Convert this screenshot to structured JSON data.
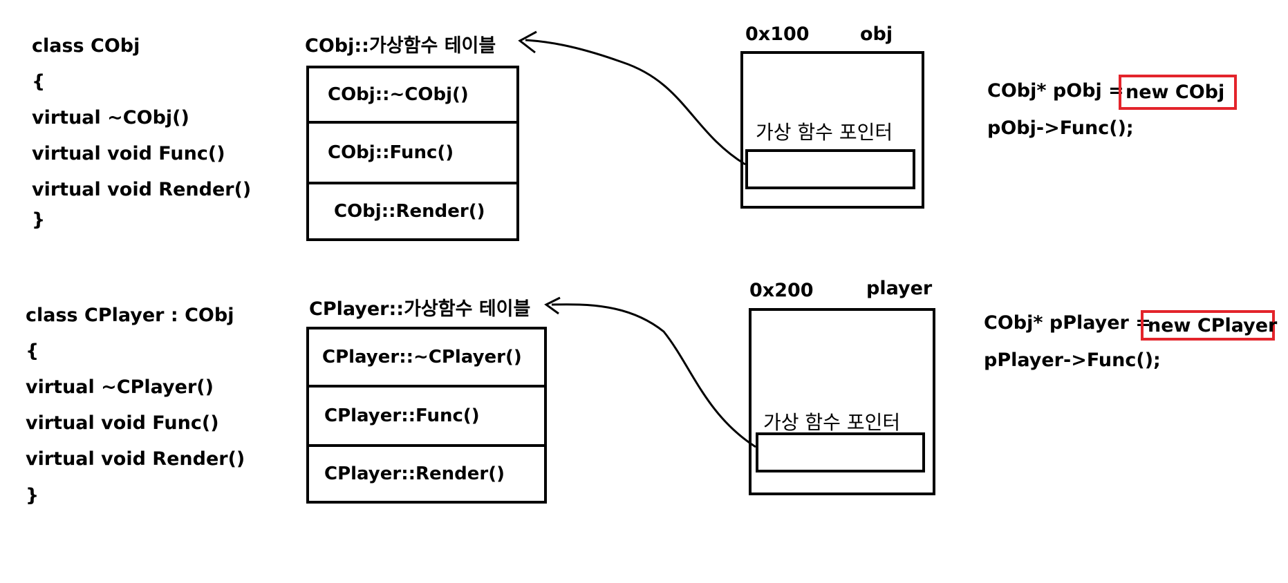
{
  "cobj_class": {
    "lines": [
      "class CObj",
      "{",
      "virtual ~CObj()",
      "virtual void Func()",
      "virtual void Render()",
      "}"
    ]
  },
  "cplayer_class": {
    "lines": [
      "class CPlayer : CObj",
      "{",
      "virtual ~CPlayer()",
      "virtual void Func()",
      "virtual void Render()",
      "}"
    ]
  },
  "cobj_vtable": {
    "title": "CObj::가상함수 테이블",
    "entries": [
      "CObj::~CObj()",
      "CObj::Func()",
      "CObj::Render()"
    ]
  },
  "cplayer_vtable": {
    "title": "CPlayer::가상함수 테이블",
    "entries": [
      "CPlayer::~CPlayer()",
      "CPlayer::Func()",
      "CPlayer::Render()"
    ]
  },
  "obj_memory": {
    "address": "0x100",
    "name": "obj",
    "vptr_label": "가상 함수 포인터"
  },
  "player_memory": {
    "address": "0x200",
    "name": "player",
    "vptr_label": "가상 함수 포인터"
  },
  "cobj_usage": {
    "decl": "CObj* pObj =",
    "new_expr": "new CObj",
    "call": "pObj->Func();"
  },
  "cplayer_usage": {
    "decl": "CObj* pPlayer =",
    "new_expr": "new CPlayer",
    "call": "pPlayer->Func();"
  },
  "colors": {
    "highlight": "#e3242b",
    "line": "#000000",
    "background": "#ffffff"
  }
}
